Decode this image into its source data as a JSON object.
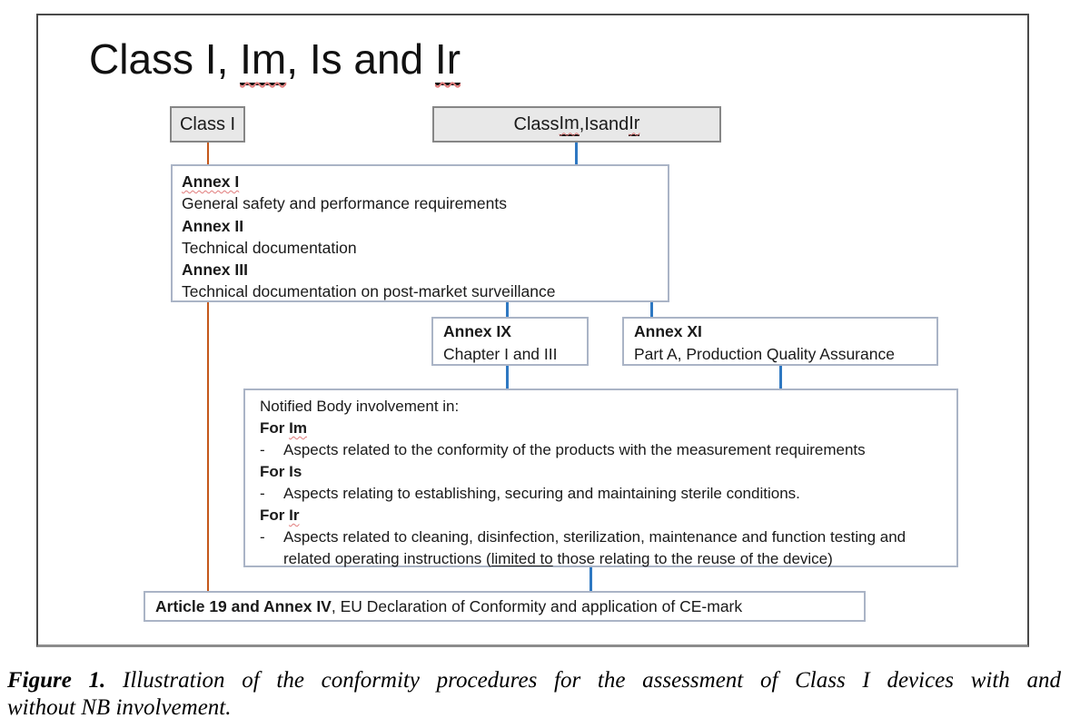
{
  "figure": {
    "title": {
      "runs": [
        {
          "text": "Class I, "
        },
        {
          "text": "Im",
          "style": "underline-squiggle"
        },
        {
          "text": ", "
        },
        {
          "text": "Is"
        },
        {
          "text": " and "
        },
        {
          "text": "Ir",
          "style": "underline-squiggle"
        }
      ]
    },
    "nodes": {
      "class_i": {
        "label": "Class I"
      },
      "class_im_is_ir": {
        "runs": [
          {
            "text": "Class "
          },
          {
            "text": "Im",
            "style": "underline-squiggle"
          },
          {
            "text": ", "
          },
          {
            "text": "Is"
          },
          {
            "text": " and "
          },
          {
            "text": "Ir",
            "style": "underline-squiggle"
          }
        ]
      },
      "annexes": {
        "lines": [
          {
            "text": "Annex I",
            "bold": true,
            "squiggle": true
          },
          {
            "text": "General safety and performance requirements"
          },
          {
            "text": "Annex II",
            "bold": true
          },
          {
            "text": "Technical documentation"
          },
          {
            "text": "Annex III",
            "bold": true
          },
          {
            "text": "Technical documentation on post-market surveillance"
          }
        ]
      },
      "annex_ix": {
        "title": "Annex IX",
        "subtitle": "Chapter I and III"
      },
      "annex_xi": {
        "title": "Annex XI",
        "subtitle": "Part A, Production Quality Assurance"
      },
      "notified_body": {
        "intro": "Notified Body involvement in:",
        "bullet": "-",
        "sections": [
          {
            "heading_prefix": "For ",
            "heading_key": "Im",
            "item": "Aspects related to the conformity of the products with the measurement requirements"
          },
          {
            "heading_prefix": "For ",
            "heading_key": "Is",
            "item": "Aspects relating to establishing, securing and maintaining sterile conditions."
          },
          {
            "heading_prefix": "For ",
            "heading_key": "Ir",
            "item_runs": [
              {
                "text": "Aspects related to cleaning, disinfection, sterilization, maintenance and function testing and related operating instructions ("
              },
              {
                "text": "limited to",
                "underline": true
              },
              {
                "text": " those relating to the reuse of the device)"
              }
            ]
          }
        ]
      },
      "article": {
        "bold": "Article 19 and Annex IV",
        "rest": ", EU Declaration of Conformity and application of CE-mark"
      }
    },
    "caption": {
      "line1_bold": "Figure 1.",
      "line1_rest": " Illustration of the conformity procedures for the assessment of Class I devices with and",
      "line2": "without NB involvement."
    },
    "colors": {
      "line_orange": "#c4571a",
      "line_blue": "#2e78c2",
      "squiggle_red": "#e07b7b"
    }
  }
}
